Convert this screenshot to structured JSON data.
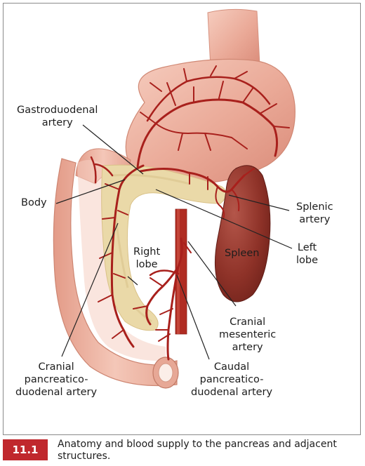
{
  "labels": {
    "gastroduodenal": [
      "Gastroduodenal",
      "artery"
    ],
    "body": [
      "Body"
    ],
    "right_lobe": [
      "Right",
      "lobe"
    ],
    "splenic": [
      "Splenic",
      "artery"
    ],
    "left_lobe": [
      "Left",
      "lobe"
    ],
    "spleen": [
      "Spleen"
    ],
    "cranial_mesenteric": [
      "Cranial",
      "mesenteric",
      "artery"
    ],
    "cranial_pancreatico": [
      "Cranial",
      "pancreatico-",
      "duodenal artery"
    ],
    "caudal_pancreatico": [
      "Caudal",
      "pancreatico-",
      "duodenal artery"
    ]
  },
  "figure": {
    "number": "11.1",
    "caption": "Anatomy and blood supply to the pancreas and adjacent structures."
  },
  "colors": {
    "badge": "#c0282d",
    "artery": "#a8201c",
    "stomach": "#eab0a0",
    "spleen": "#8e3228",
    "pancreas": "#ead9a8"
  }
}
